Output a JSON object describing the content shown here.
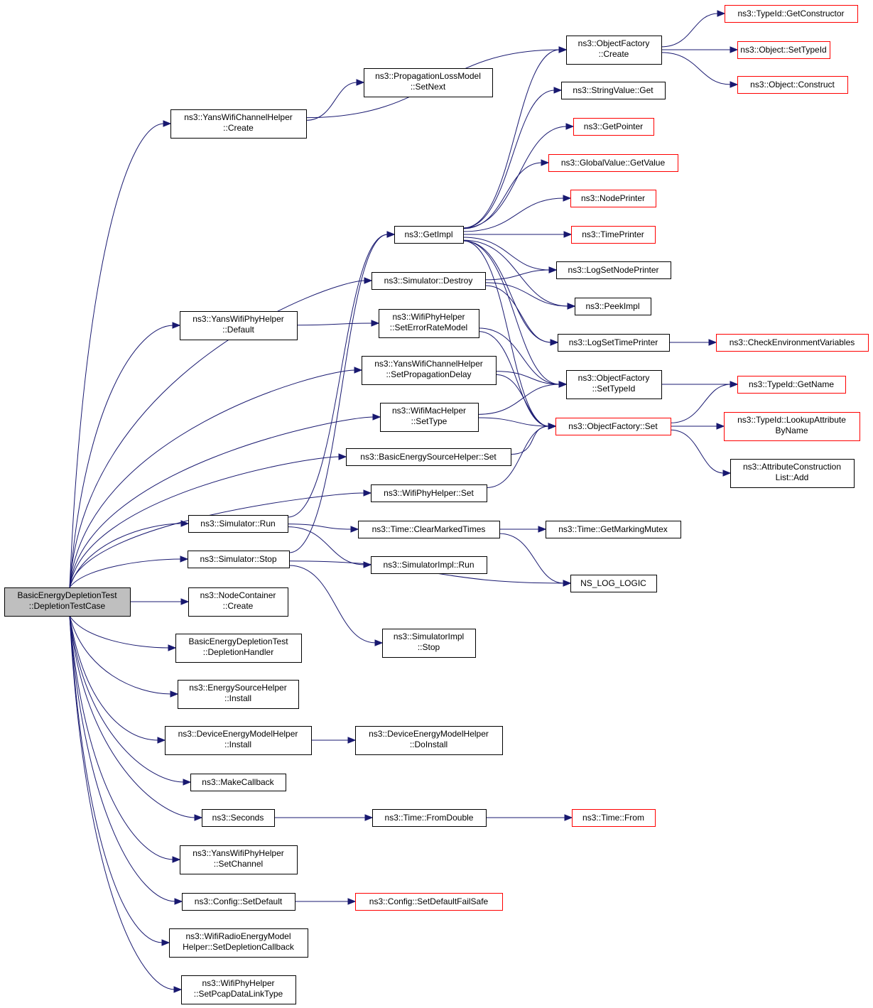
{
  "colors": {
    "edge": "#191970",
    "border_normal": "#000000",
    "border_truncated": "#ff0000",
    "root_fill": "#bfbfbf",
    "node_fill": "#ffffff"
  },
  "nodes": [
    {
      "id": "root",
      "lines": [
        "BasicEnergyDepletionTest",
        "::DepletionTestCase"
      ],
      "style": "root"
    },
    {
      "id": "yanschan_create",
      "lines": [
        "ns3::YansWifiChannelHelper",
        "::Create"
      ],
      "style": "normal"
    },
    {
      "id": "proploss_setnext",
      "lines": [
        "ns3::PropagationLossModel",
        "::SetNext"
      ],
      "style": "normal"
    },
    {
      "id": "objfactory_create",
      "lines": [
        "ns3::ObjectFactory",
        "::Create"
      ],
      "style": "normal"
    },
    {
      "id": "typeid_getconstructor",
      "lines": [
        "ns3::TypeId::GetConstructor"
      ],
      "style": "truncated"
    },
    {
      "id": "object_settypeid",
      "lines": [
        "ns3::Object::SetTypeId"
      ],
      "style": "truncated"
    },
    {
      "id": "object_construct",
      "lines": [
        "ns3::Object::Construct"
      ],
      "style": "truncated"
    },
    {
      "id": "stringvalue_get",
      "lines": [
        "ns3::StringValue::Get"
      ],
      "style": "normal"
    },
    {
      "id": "getpointer",
      "lines": [
        "ns3::GetPointer"
      ],
      "style": "truncated"
    },
    {
      "id": "globalvalue_getvalue",
      "lines": [
        "ns3::GlobalValue::GetValue"
      ],
      "style": "truncated"
    },
    {
      "id": "nodeprinter",
      "lines": [
        "ns3::NodePrinter"
      ],
      "style": "truncated"
    },
    {
      "id": "timeprinter",
      "lines": [
        "ns3::TimePrinter"
      ],
      "style": "truncated"
    },
    {
      "id": "getimpl",
      "lines": [
        "ns3::GetImpl"
      ],
      "style": "normal"
    },
    {
      "id": "logsetnodeprinter",
      "lines": [
        "ns3::LogSetNodePrinter"
      ],
      "style": "normal"
    },
    {
      "id": "sim_destroy",
      "lines": [
        "ns3::Simulator::Destroy"
      ],
      "style": "normal"
    },
    {
      "id": "peekimpl",
      "lines": [
        "ns3::PeekImpl"
      ],
      "style": "normal"
    },
    {
      "id": "yansphy_default",
      "lines": [
        "ns3::YansWifiPhyHelper",
        "::Default"
      ],
      "style": "normal"
    },
    {
      "id": "wifiphy_seterrorratemodel",
      "lines": [
        "ns3::WifiPhyHelper",
        "::SetErrorRateModel"
      ],
      "style": "normal"
    },
    {
      "id": "logsettimeprinter",
      "lines": [
        "ns3::LogSetTimePrinter"
      ],
      "style": "normal"
    },
    {
      "id": "checkenv",
      "lines": [
        "ns3::CheckEnvironmentVariables"
      ],
      "style": "truncated"
    },
    {
      "id": "yanschan_setpropdelay",
      "lines": [
        "ns3::YansWifiChannelHelper",
        "::SetPropagationDelay"
      ],
      "style": "normal"
    },
    {
      "id": "objfactory_settypeid",
      "lines": [
        "ns3::ObjectFactory",
        "::SetTypeId"
      ],
      "style": "normal"
    },
    {
      "id": "typeid_getname",
      "lines": [
        "ns3::TypeId::GetName"
      ],
      "style": "truncated"
    },
    {
      "id": "wifimac_settype",
      "lines": [
        "ns3::WifiMacHelper",
        "::SetType"
      ],
      "style": "normal"
    },
    {
      "id": "objfactory_set",
      "lines": [
        "ns3::ObjectFactory::Set"
      ],
      "style": "truncated"
    },
    {
      "id": "typeid_lookupattr",
      "lines": [
        "ns3::TypeId::LookupAttribute",
        "ByName"
      ],
      "style": "truncated"
    },
    {
      "id": "basicenergy_set",
      "lines": [
        "ns3::BasicEnergySourceHelper::Set"
      ],
      "style": "normal"
    },
    {
      "id": "attrconstr_add",
      "lines": [
        "ns3::AttributeConstruction",
        "List::Add"
      ],
      "style": "normal"
    },
    {
      "id": "wifiphy_set",
      "lines": [
        "ns3::WifiPhyHelper::Set"
      ],
      "style": "normal"
    },
    {
      "id": "sim_run",
      "lines": [
        "ns3::Simulator::Run"
      ],
      "style": "normal"
    },
    {
      "id": "time_clearmarked",
      "lines": [
        "ns3::Time::ClearMarkedTimes"
      ],
      "style": "normal"
    },
    {
      "id": "time_getmarkingmutex",
      "lines": [
        "ns3::Time::GetMarkingMutex"
      ],
      "style": "normal"
    },
    {
      "id": "sim_stop",
      "lines": [
        "ns3::Simulator::Stop"
      ],
      "style": "normal"
    },
    {
      "id": "simimpl_run",
      "lines": [
        "ns3::SimulatorImpl::Run"
      ],
      "style": "normal"
    },
    {
      "id": "ns_log_logic",
      "lines": [
        "NS_LOG_LOGIC"
      ],
      "style": "normal"
    },
    {
      "id": "nodecontainer_create",
      "lines": [
        "ns3::NodeContainer",
        "::Create"
      ],
      "style": "normal"
    },
    {
      "id": "simimpl_stop",
      "lines": [
        "ns3::SimulatorImpl",
        "::Stop"
      ],
      "style": "normal"
    },
    {
      "id": "depletion_handler",
      "lines": [
        "BasicEnergyDepletionTest",
        "::DepletionHandler"
      ],
      "style": "normal"
    },
    {
      "id": "energysource_install",
      "lines": [
        "ns3::EnergySourceHelper",
        "::Install"
      ],
      "style": "normal"
    },
    {
      "id": "devenergy_install",
      "lines": [
        "ns3::DeviceEnergyModelHelper",
        "::Install"
      ],
      "style": "normal"
    },
    {
      "id": "devenergy_doinstall",
      "lines": [
        "ns3::DeviceEnergyModelHelper",
        "::DoInstall"
      ],
      "style": "normal"
    },
    {
      "id": "makecallback",
      "lines": [
        "ns3::MakeCallback"
      ],
      "style": "normal"
    },
    {
      "id": "seconds",
      "lines": [
        "ns3::Seconds"
      ],
      "style": "normal"
    },
    {
      "id": "time_fromdouble",
      "lines": [
        "ns3::Time::FromDouble"
      ],
      "style": "normal"
    },
    {
      "id": "time_from",
      "lines": [
        "ns3::Time::From"
      ],
      "style": "truncated"
    },
    {
      "id": "yansphy_setchannel",
      "lines": [
        "ns3::YansWifiPhyHelper",
        "::SetChannel"
      ],
      "style": "normal"
    },
    {
      "id": "config_setdefault",
      "lines": [
        "ns3::Config::SetDefault"
      ],
      "style": "normal"
    },
    {
      "id": "config_setdefaultfailsafe",
      "lines": [
        "ns3::Config::SetDefaultFailSafe"
      ],
      "style": "truncated"
    },
    {
      "id": "wifiradio_setdepletioncb",
      "lines": [
        "ns3::WifiRadioEnergyModel",
        "Helper::SetDepletionCallback"
      ],
      "style": "normal"
    },
    {
      "id": "wifiphy_setpcap",
      "lines": [
        "ns3::WifiPhyHelper",
        "::SetPcapDataLinkType"
      ],
      "style": "normal"
    }
  ],
  "edges": [
    {
      "from": "root",
      "to": "yanschan_create"
    },
    {
      "from": "root",
      "to": "sim_destroy"
    },
    {
      "from": "root",
      "to": "yansphy_default"
    },
    {
      "from": "root",
      "to": "yanschan_setpropdelay"
    },
    {
      "from": "root",
      "to": "wifimac_settype"
    },
    {
      "from": "root",
      "to": "basicenergy_set"
    },
    {
      "from": "root",
      "to": "wifiphy_set"
    },
    {
      "from": "root",
      "to": "sim_run"
    },
    {
      "from": "root",
      "to": "sim_stop"
    },
    {
      "from": "root",
      "to": "nodecontainer_create"
    },
    {
      "from": "root",
      "to": "depletion_handler"
    },
    {
      "from": "root",
      "to": "energysource_install"
    },
    {
      "from": "root",
      "to": "devenergy_install"
    },
    {
      "from": "root",
      "to": "makecallback"
    },
    {
      "from": "root",
      "to": "seconds"
    },
    {
      "from": "root",
      "to": "yansphy_setchannel"
    },
    {
      "from": "root",
      "to": "config_setdefault"
    },
    {
      "from": "root",
      "to": "wifiradio_setdepletioncb"
    },
    {
      "from": "root",
      "to": "wifiphy_setpcap"
    },
    {
      "from": "yanschan_create",
      "to": "proploss_setnext"
    },
    {
      "from": "yanschan_create",
      "to": "objfactory_create"
    },
    {
      "from": "objfactory_create",
      "to": "typeid_getconstructor"
    },
    {
      "from": "objfactory_create",
      "to": "object_settypeid"
    },
    {
      "from": "objfactory_create",
      "to": "object_construct"
    },
    {
      "from": "getimpl",
      "to": "objfactory_create"
    },
    {
      "from": "getimpl",
      "to": "stringvalue_get"
    },
    {
      "from": "getimpl",
      "to": "getpointer"
    },
    {
      "from": "getimpl",
      "to": "globalvalue_getvalue"
    },
    {
      "from": "getimpl",
      "to": "nodeprinter"
    },
    {
      "from": "getimpl",
      "to": "timeprinter"
    },
    {
      "from": "getimpl",
      "to": "logsetnodeprinter"
    },
    {
      "from": "getimpl",
      "to": "peekimpl"
    },
    {
      "from": "getimpl",
      "to": "logsettimeprinter"
    },
    {
      "from": "getimpl",
      "to": "objfactory_settypeid"
    },
    {
      "from": "getimpl",
      "to": "objfactory_set"
    },
    {
      "from": "sim_destroy",
      "to": "logsetnodeprinter"
    },
    {
      "from": "sim_destroy",
      "to": "peekimpl"
    },
    {
      "from": "sim_destroy",
      "to": "logsettimeprinter"
    },
    {
      "from": "logsettimeprinter",
      "to": "checkenv"
    },
    {
      "from": "yansphy_default",
      "to": "wifiphy_seterrorratemodel"
    },
    {
      "from": "wifiphy_seterrorratemodel",
      "to": "objfactory_settypeid"
    },
    {
      "from": "wifiphy_seterrorratemodel",
      "to": "objfactory_set"
    },
    {
      "from": "yanschan_setpropdelay",
      "to": "objfactory_settypeid"
    },
    {
      "from": "yanschan_setpropdelay",
      "to": "objfactory_set"
    },
    {
      "from": "objfactory_settypeid",
      "to": "typeid_getname"
    },
    {
      "from": "wifimac_settype",
      "to": "objfactory_settypeid"
    },
    {
      "from": "wifimac_settype",
      "to": "objfactory_set"
    },
    {
      "from": "objfactory_set",
      "to": "typeid_getname"
    },
    {
      "from": "objfactory_set",
      "to": "typeid_lookupattr"
    },
    {
      "from": "objfactory_set",
      "to": "attrconstr_add"
    },
    {
      "from": "basicenergy_set",
      "to": "objfactory_set"
    },
    {
      "from": "wifiphy_set",
      "to": "objfactory_set"
    },
    {
      "from": "sim_run",
      "to": "getimpl"
    },
    {
      "from": "sim_run",
      "to": "time_clearmarked"
    },
    {
      "from": "sim_run",
      "to": "simimpl_run"
    },
    {
      "from": "sim_stop",
      "to": "getimpl"
    },
    {
      "from": "sim_stop",
      "to": "ns_log_logic"
    },
    {
      "from": "sim_stop",
      "to": "simimpl_stop"
    },
    {
      "from": "time_clearmarked",
      "to": "time_getmarkingmutex"
    },
    {
      "from": "time_clearmarked",
      "to": "ns_log_logic"
    },
    {
      "from": "devenergy_install",
      "to": "devenergy_doinstall"
    },
    {
      "from": "seconds",
      "to": "time_fromdouble"
    },
    {
      "from": "time_fromdouble",
      "to": "time_from"
    },
    {
      "from": "config_setdefault",
      "to": "config_setdefaultfailsafe"
    }
  ]
}
